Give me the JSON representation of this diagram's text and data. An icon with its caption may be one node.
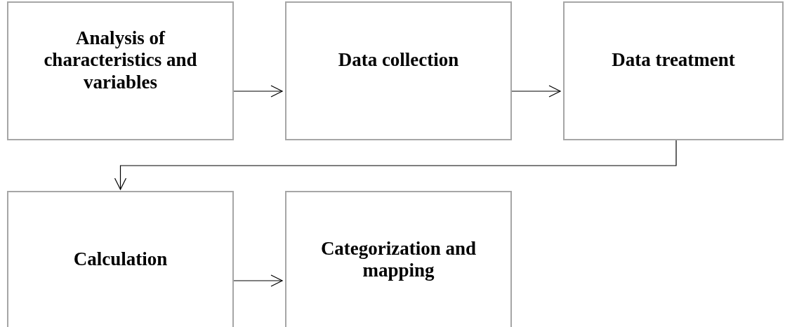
{
  "diagram": {
    "nodes": [
      {
        "text": [
          "Analysis of characteristics and variables"
        ]
      },
      {
        "text": [
          "Data collection"
        ]
      },
      {
        "text": [
          "Data treatment"
        ]
      },
      {
        "text": [
          "Calculation"
        ]
      },
      {
        "text": [
          "Categorization and mapping"
        ]
      }
    ],
    "edges": [
      {
        "from": 0,
        "to": 1,
        "arrow": "to"
      },
      {
        "from": 1,
        "to": 2,
        "arrow": "to"
      },
      {
        "from": 2,
        "to": 3,
        "arrow": "to"
      },
      {
        "from": 3,
        "to": 4,
        "arrow": "to"
      }
    ]
  }
}
